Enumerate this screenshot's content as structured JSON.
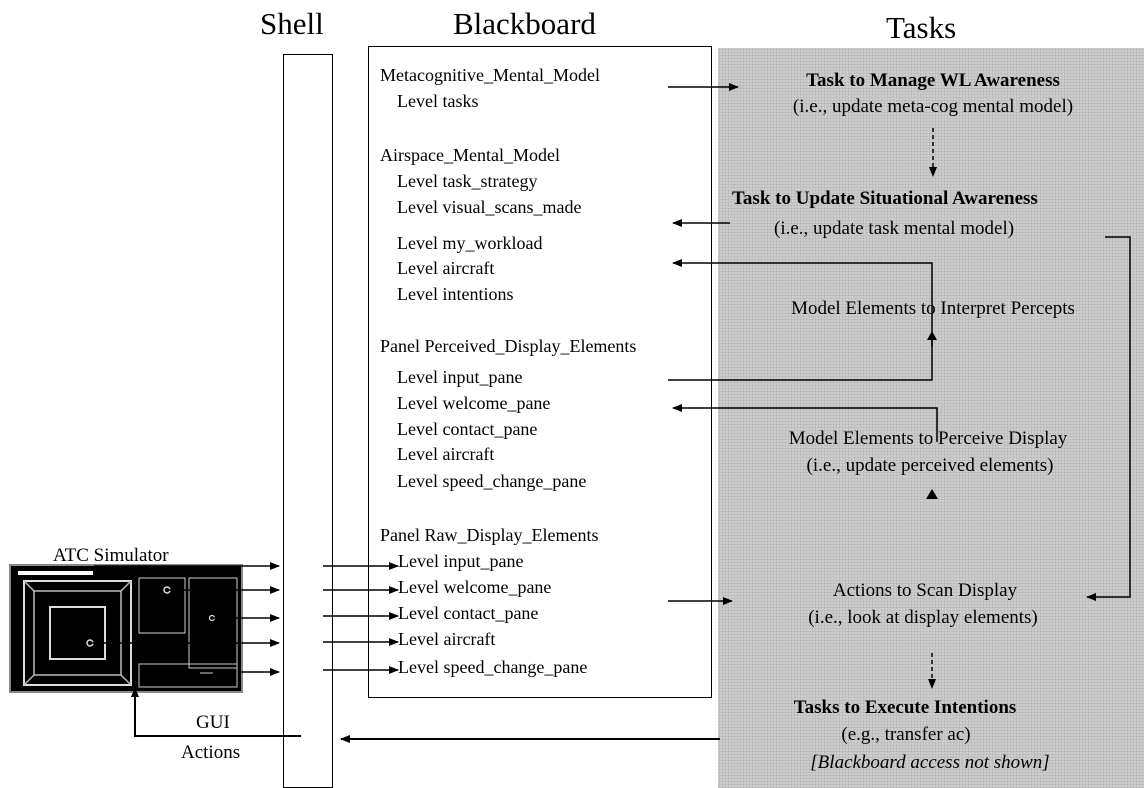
{
  "headers": {
    "shell": "Shell",
    "blackboard": "Blackboard",
    "tasks": "Tasks"
  },
  "blackboard": {
    "groups": [
      {
        "title": "Metacognitive_Mental_Model",
        "levels": [
          "Level tasks"
        ]
      },
      {
        "title": "Airspace_Mental_Model",
        "levels": [
          "Level task_strategy",
          "Level visual_scans_made",
          "Level my_workload",
          "Level aircraft",
          "Level intentions"
        ]
      },
      {
        "title": "Panel Perceived_Display_Elements",
        "levels": [
          "Level input_pane",
          "Level welcome_pane",
          "Level contact_pane",
          "Level aircraft",
          "Level speed_change_pane"
        ]
      },
      {
        "title": "Panel Raw_Display_Elements",
        "levels": [
          "Level input_pane",
          "Level welcome_pane",
          "Level contact_pane",
          "Level aircraft",
          "Level speed_change_pane"
        ]
      }
    ]
  },
  "tasks": {
    "manage_wl": {
      "line1": "Task to Manage WL Awareness",
      "line2": "(i.e., update meta-cog mental model)"
    },
    "update_sa": {
      "line1": "Task to Update Situational Awareness",
      "line2": "(i.e., update task mental model)"
    },
    "interpret": {
      "line1": "Model Elements to Interpret Percepts"
    },
    "perceive": {
      "line1": "Model Elements to Perceive Display",
      "line2": "(i.e., update perceived elements)"
    },
    "scan": {
      "line1": "Actions to Scan Display",
      "line2": "(i.e., look at display elements)"
    },
    "execute": {
      "line1": "Tasks to Execute Intentions",
      "line2": "(e.g., transfer ac)",
      "line3": "[Blackboard access not shown]"
    }
  },
  "simulator": {
    "label": "ATC Simulator"
  },
  "gui_actions": {
    "line1": "GUI",
    "line2": "Actions"
  },
  "colors": {
    "panel_gray": "#d2d2d2",
    "sim_bg": "#000000",
    "line": "#000000"
  }
}
